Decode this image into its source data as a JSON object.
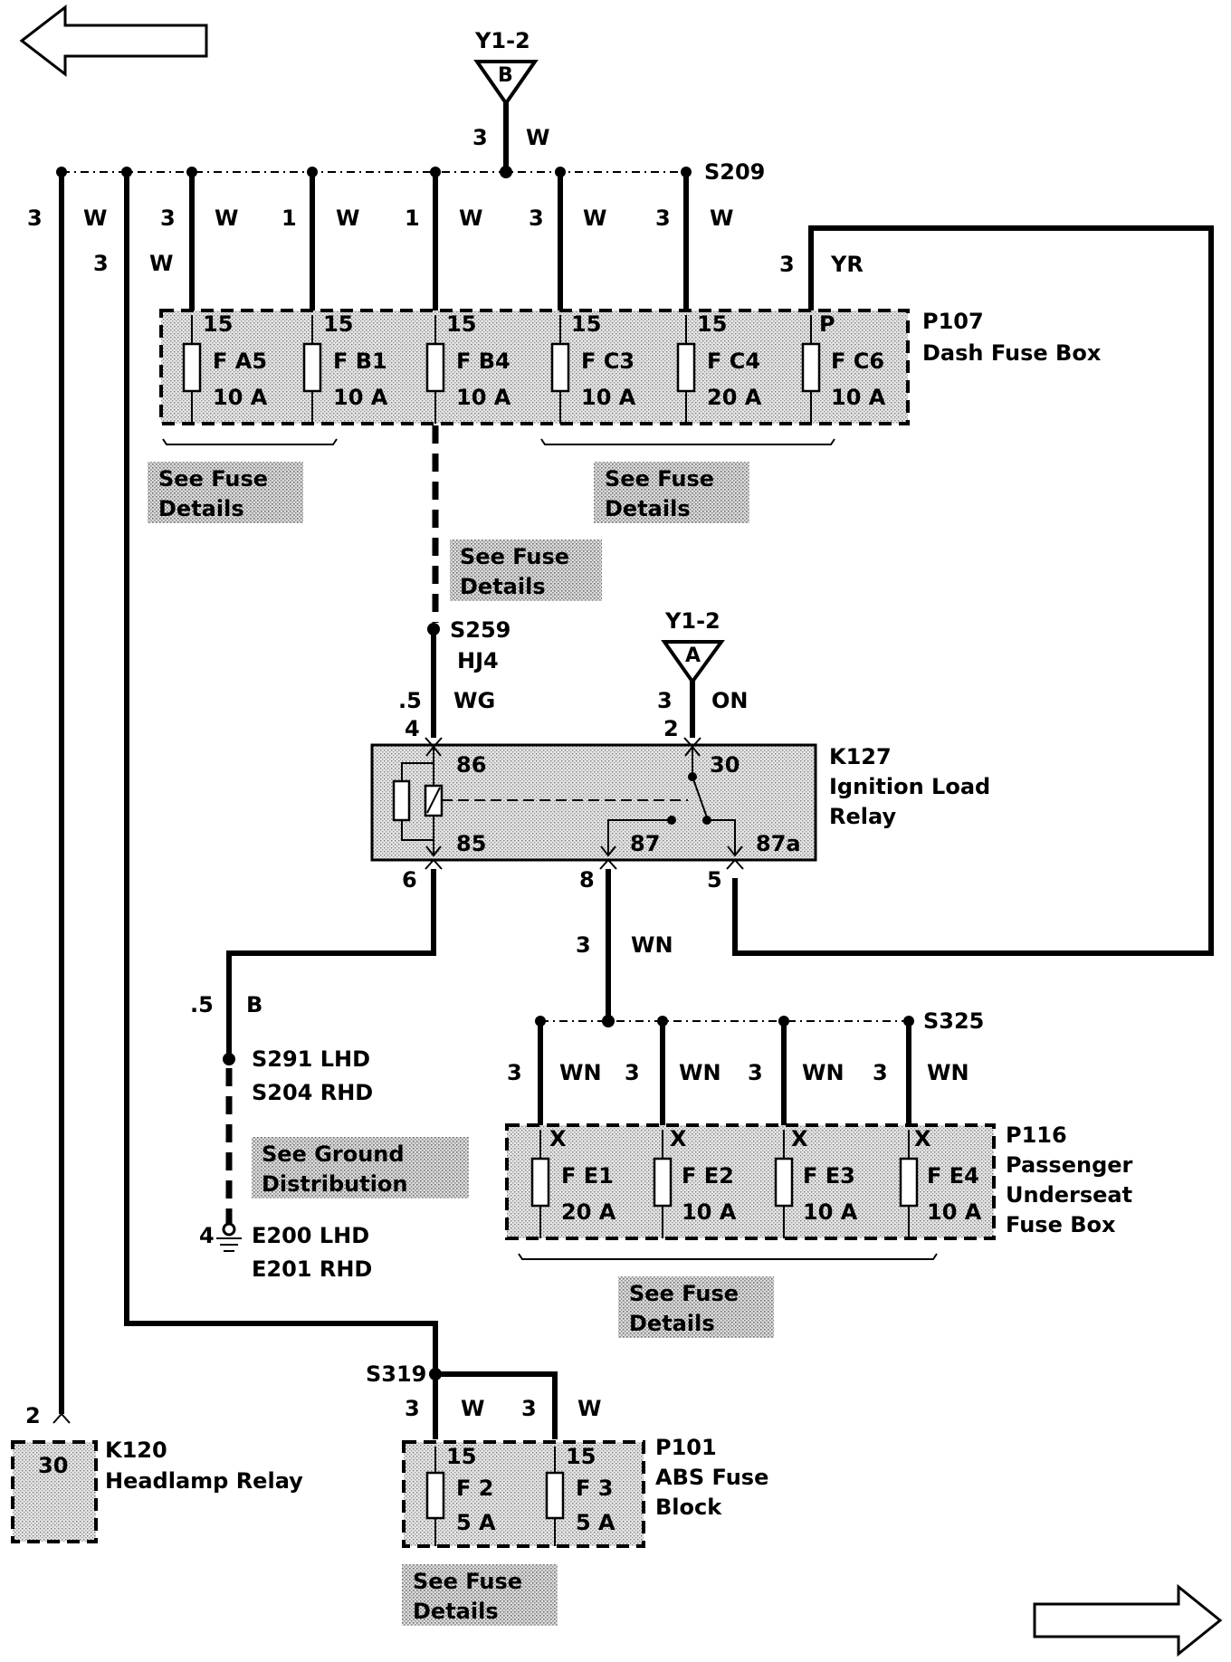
{
  "nav": {
    "back_arrow": "left-arrow-icon",
    "next_arrow": "right-arrow-icon"
  },
  "top_feed": {
    "connector": "Y1-2",
    "pin": "B",
    "size": "3",
    "color": "W"
  },
  "splices": {
    "s209": "S209",
    "s259": "S259",
    "s259_sub": "HJ4",
    "s325": "S325",
    "s291": "S291  LHD",
    "s204": "S204  RHD",
    "s319": "S319"
  },
  "wires_top": {
    "w1": [
      "3",
      "W"
    ],
    "w2": [
      "3",
      "W"
    ],
    "w3": [
      "3",
      "W"
    ],
    "w4": [
      "1",
      "W"
    ],
    "w5": [
      "1",
      "W"
    ],
    "w6": [
      "3",
      "W"
    ],
    "w7": [
      "3",
      "W"
    ],
    "w8": [
      "3",
      "YR"
    ]
  },
  "dash_fuse_box": {
    "id": "P107",
    "name": "Dash Fuse Box",
    "fuses": [
      {
        "pin": "15",
        "name": "F A5",
        "rating": "10 A"
      },
      {
        "pin": "15",
        "name": "F B1",
        "rating": "10 A"
      },
      {
        "pin": "15",
        "name": "F B4",
        "rating": "10 A"
      },
      {
        "pin": "15",
        "name": "F C3",
        "rating": "10 A"
      },
      {
        "pin": "15",
        "name": "F C4",
        "rating": "20 A"
      },
      {
        "pin": "P",
        "name": "F C6",
        "rating": "10 A"
      }
    ]
  },
  "notes": {
    "fuse_line1": "See Fuse",
    "fuse_line2": "Details",
    "ground_line1": "See Ground",
    "ground_line2": "Distribution"
  },
  "relay_feed": {
    "connector": "Y1-2",
    "pin": "A",
    "size": "3",
    "color": "ON"
  },
  "relay_in_wire": {
    "size": ".5",
    "color": "WG"
  },
  "relay": {
    "id": "K127",
    "name_line1": "Ignition Load",
    "name_line2": "Relay",
    "term_86": "86",
    "term_85": "85",
    "term_30": "30",
    "term_87": "87",
    "term_87a": "87a",
    "pin_4": "4",
    "pin_2": "2",
    "pin_6": "6",
    "pin_8": "8",
    "pin_5": "5"
  },
  "ground_wire": {
    "size": ".5",
    "color": "B"
  },
  "ground": {
    "pin": "4",
    "e200": "E200  LHD",
    "e201": "E201  RHD"
  },
  "relay_out_wire": {
    "size": "3",
    "color": "WN"
  },
  "underseat_wires": [
    [
      "3",
      "WN"
    ],
    [
      "3",
      "WN"
    ],
    [
      "3",
      "WN"
    ],
    [
      "3",
      "WN"
    ]
  ],
  "underseat_fuse_box": {
    "id": "P116",
    "name_line1": "Passenger",
    "name_line2": "Underseat",
    "name_line3": "Fuse  Box",
    "fuses": [
      {
        "pin": "X",
        "name": "F E1",
        "rating": "20 A"
      },
      {
        "pin": "X",
        "name": "F E2",
        "rating": "10 A"
      },
      {
        "pin": "X",
        "name": "F E3",
        "rating": "10 A"
      },
      {
        "pin": "X",
        "name": "F E4",
        "rating": "10 A"
      }
    ]
  },
  "headlamp_relay": {
    "id": "K120",
    "name": "Headlamp Relay",
    "pin": "2",
    "term": "30"
  },
  "abs_wires": [
    [
      "3",
      "W"
    ],
    [
      "3",
      "W"
    ]
  ],
  "abs_fuse_block": {
    "id": "P101",
    "name_line1": "ABS  Fuse",
    "name_line2": "Block",
    "fuses": [
      {
        "pin": "15",
        "name": "F 2",
        "rating": "5 A"
      },
      {
        "pin": "15",
        "name": "F 3",
        "rating": "5 A"
      }
    ]
  }
}
